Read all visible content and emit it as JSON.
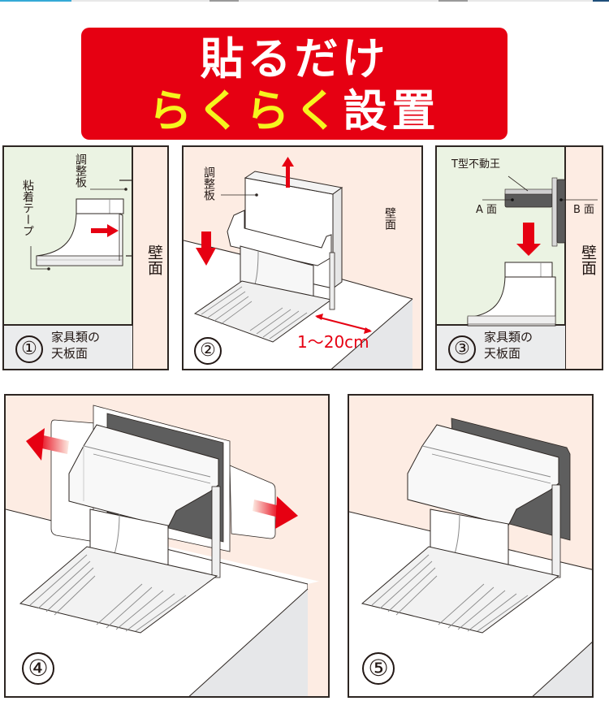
{
  "banner": {
    "line1": "貼るだけ",
    "line2_highlight": "らくらく",
    "line2_rest": "設置",
    "bg_color": "#e60012",
    "highlight_color": "#f5f51e"
  },
  "steps": [
    {
      "number": "①",
      "labels": {
        "adjust_plate": "調整板",
        "adhesive_tape": "粘着テープ",
        "wall": "壁面",
        "surface": "家具類の天板面"
      },
      "surface_line1": "家具類の",
      "surface_line2": "天板面"
    },
    {
      "number": "②",
      "labels": {
        "adjust_plate": "調整板",
        "wall": "壁面",
        "distance": "1〜20cm"
      }
    },
    {
      "number": "③",
      "labels": {
        "product": "T型不動王",
        "face_a": "A 面",
        "face_b": "B 面",
        "wall": "壁面",
        "surface": "家具類の天板面"
      },
      "surface_line1": "家具類の",
      "surface_line2": "天板面"
    },
    {
      "number": "④"
    },
    {
      "number": "⑤"
    }
  ],
  "colors": {
    "green_bg": "#ebf3e3",
    "wall_bg": "#fdece3",
    "surface_bg": "#ebeced",
    "arrow_red": "#e60012",
    "stroke": "#2d2622",
    "tape_dark": "#5a5a5a"
  }
}
